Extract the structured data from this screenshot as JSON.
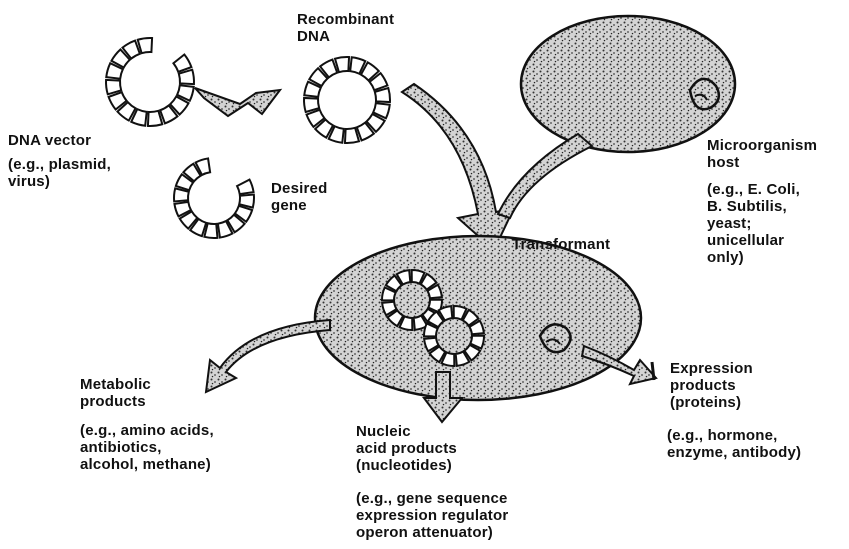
{
  "diagram": {
    "recombinant_dna": [
      "Recombinant",
      "DNA"
    ],
    "dna_vector": {
      "name": "DNA vector",
      "examples": [
        "(e.g., plasmid,",
        "virus)"
      ]
    },
    "desired_gene": [
      "Desired",
      "gene"
    ],
    "microorganism_host": {
      "name": [
        "Microorganism",
        "host"
      ],
      "examples": [
        "(e.g., E. Coli,",
        "B. Subtilis,",
        "yeast;",
        "unicellular",
        "only)"
      ]
    },
    "transformant": "Transformant",
    "metabolic_products": {
      "name": [
        "Metabolic",
        "products"
      ],
      "examples": [
        "(e.g., amino acids,",
        "antibiotics,",
        "alcohol, methane)"
      ]
    },
    "nucleic_acid_products": {
      "name": [
        "Nucleic",
        "acid products",
        "(nucleotides)"
      ],
      "examples": [
        "(e.g., gene sequence",
        "expression regulator",
        "operon attenuator)"
      ]
    },
    "expression_products": {
      "name": [
        "Expression",
        "products",
        "(proteins)"
      ],
      "examples": [
        "(e.g., hormone,",
        "enzyme, antibody)"
      ]
    }
  },
  "colors": {
    "ink": "#111111",
    "stipple_fill": "#c4c4c4",
    "background": "#ffffff"
  }
}
